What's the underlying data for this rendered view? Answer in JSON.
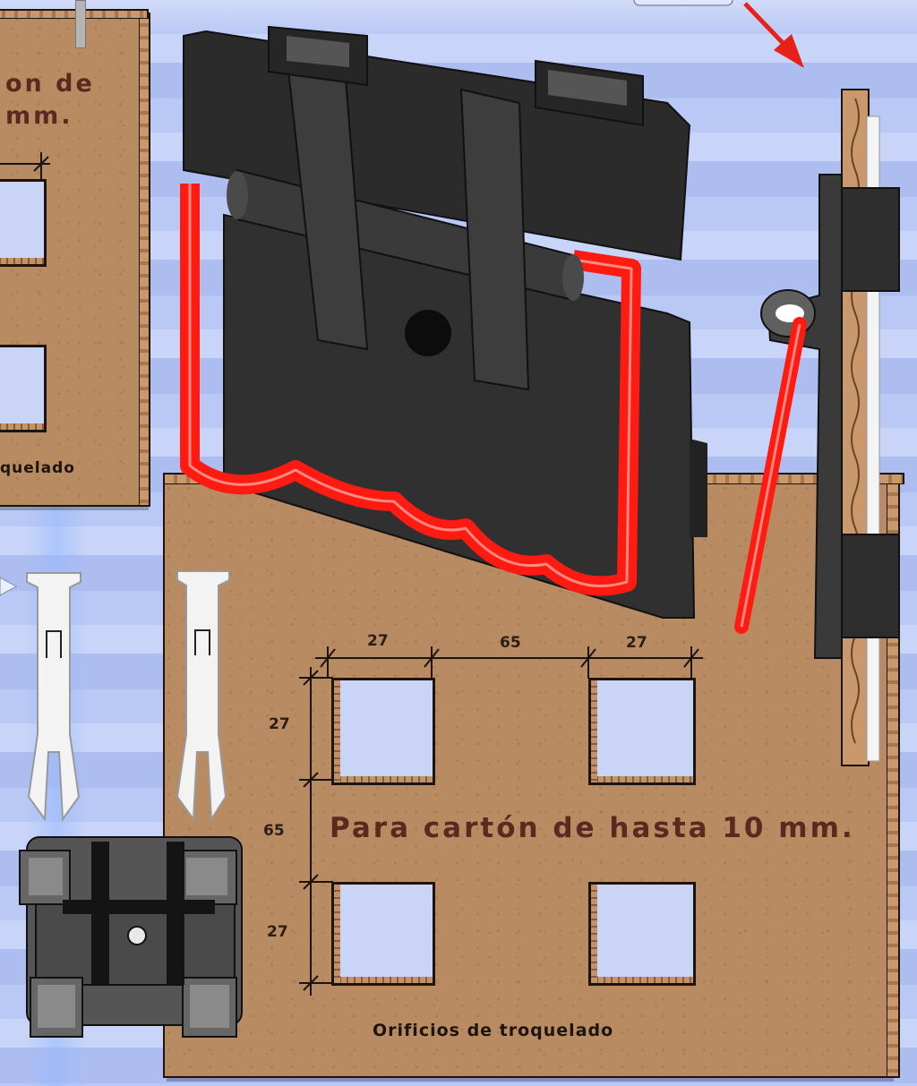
{
  "panel_left": {
    "text_line1": "on de",
    "text_line2": "mm.",
    "caption": "quelado"
  },
  "panel_main": {
    "dimensions": {
      "top_left": "27",
      "top_middle": "65",
      "top_right": "27",
      "side_top": "27",
      "side_middle": "65",
      "side_bottom": "27"
    },
    "heading": "Para cartón de hasta 10 mm.",
    "caption": "Orificios de troquelado"
  },
  "colors": {
    "cardboard": "#b98b62",
    "handle_red": "#ff1a12",
    "plastic_black": "#2a2a2a",
    "background_blue": "#b9c8f4",
    "arrow_red": "#e8201a"
  },
  "icons": [
    "red-arrow-icon",
    "clip-pin-icon",
    "handle-base-icon"
  ]
}
